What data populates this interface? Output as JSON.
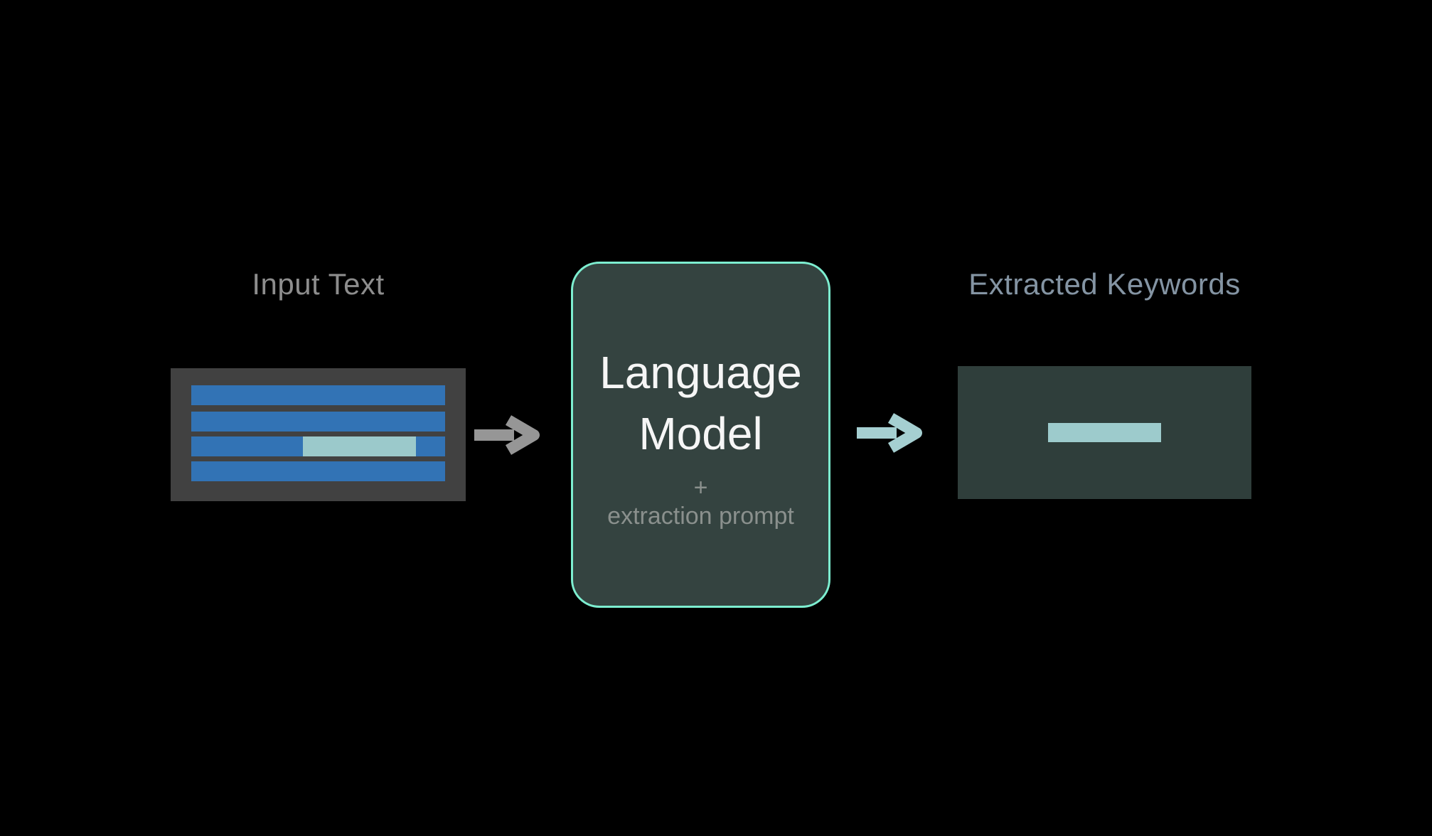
{
  "diagram": {
    "background_color": "#000000",
    "input": {
      "label": "Input Text",
      "label_color": "#8D8D8D",
      "box_color": "#414141",
      "line_color": "#3273B5",
      "highlight_color": "#9BC9CB",
      "line_count": 4,
      "highlighted_line_index": 3
    },
    "arrow_input_to_model": {
      "color": "#969696"
    },
    "model": {
      "title": "Language Model",
      "title_color": "#F6F6F6",
      "plus_sign": "+",
      "subtitle": "extraction prompt",
      "subtitle_color": "#8A908D",
      "box_fill_color": "#344340",
      "box_border_color": "#7DEED0"
    },
    "arrow_model_to_output": {
      "color": "#A5CFD1"
    },
    "output": {
      "label": "Extracted Keywords",
      "label_color": "#8494A3",
      "box_color": "#2F3E3B",
      "keyword_bar_color": "#9DCBCC"
    }
  }
}
